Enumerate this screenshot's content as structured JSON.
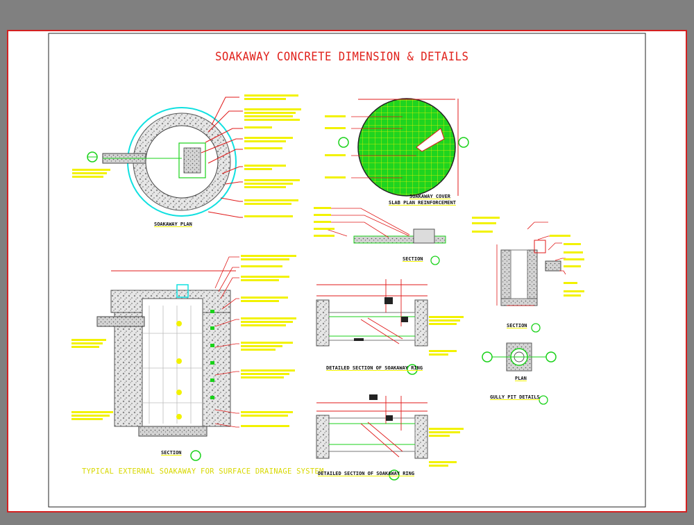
{
  "drawing": {
    "title": "SOAKAWAY CONCRETE DIMENSION & DETAILS",
    "subtitle": "TYPICAL EXTERNAL SOAKAWAY FOR SURFACE DRAINAGE SYSTEM"
  },
  "views": {
    "plan": "SOAKAWAY PLAN",
    "cover_1": "SOAKAWAY COVER",
    "cover_2": "SLAB PLAN REINFORCEMENT",
    "section_small": "SECTION",
    "section_main": "SECTION",
    "gully_section": "SECTION",
    "gully_plan": "PLAN",
    "gully_details": "GULLY PIT DETAILS",
    "detailed_1": "DETAILED SECTION OF SOAKAWAY RING",
    "detailed_2": "DETAILED SECTION OF SOAKAWAY RING"
  },
  "colors": {
    "outer_bg": "#808080",
    "sheet": "#ffffff",
    "sheet_border": "#d42020",
    "title": "#e0201a",
    "subtitle": "#d8d800",
    "cad_green": "#19d219",
    "cad_red": "#e01818",
    "cad_cyan": "#10e0e0",
    "cad_yellow": "#f2f200"
  }
}
